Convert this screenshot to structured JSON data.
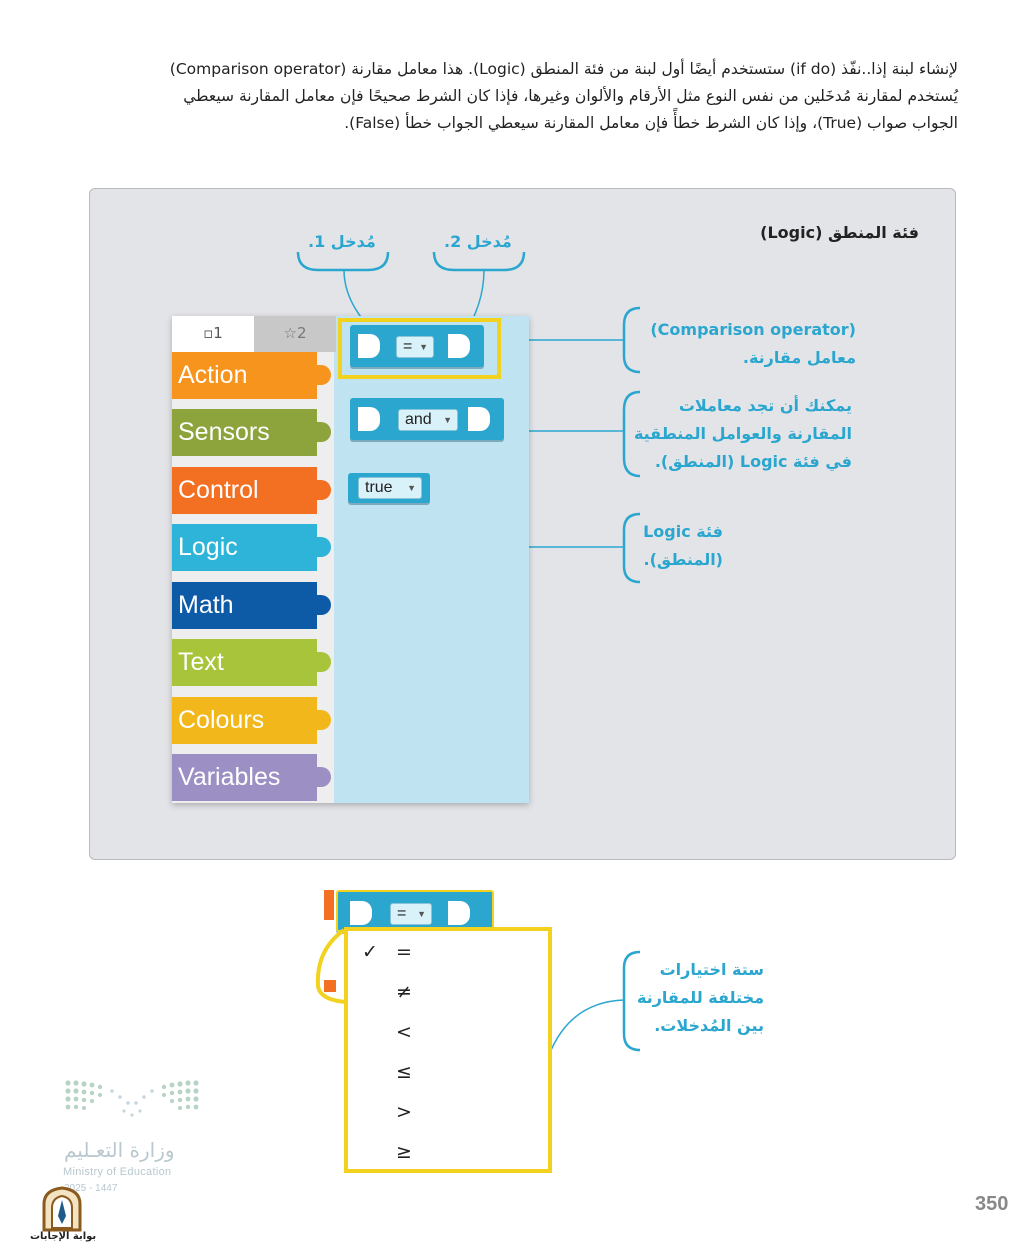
{
  "intro": {
    "line1": "لإنشاء لبنة إذا..نفّذ (if do) ستستخدم أيضًا أول لبنة من فئة المنطق (Logic). هذا معامل مقارنة (Comparison operator)",
    "line2": "يُستخدم لمقارنة مُدخَلين من نفس النوع مثل الأرقام والألوان وغيرها، فإذا كان الشرط صحيحًا فإن معامل المقارنة سيعطي",
    "line3": "الجواب صواب (True)، وإذا كان الشرط خطأً فإن معامل المقارنة سيعطي الجواب خطأ (False)."
  },
  "panel": {
    "title": "فئة المنطق (Logic)",
    "input1_label": "مُدخل 1.",
    "input2_label": "مُدخل 2.",
    "callout_operator_line1": "(Comparison operator)",
    "callout_operator_line2": "معامل مقارنة.",
    "callout_find_line1": "يمكنك أن تجد معاملات",
    "callout_find_line2": "المقارنة والعوامل المنطقية",
    "callout_find_line3": "في فئة Logic (المنطق).",
    "callout_logic_line1": "فئة Logic",
    "callout_logic_line2": "(المنطق)."
  },
  "toolbox": {
    "tab1": "▫1",
    "tab2": "☆2",
    "categories": [
      {
        "label": "Action",
        "color": "#f7941d"
      },
      {
        "label": "Sensors",
        "color": "#8da33b"
      },
      {
        "label": "Control",
        "color": "#f36f21"
      },
      {
        "label": "Logic",
        "color": "#2eb4d9"
      },
      {
        "label": "Math",
        "color": "#0d5aa7"
      },
      {
        "label": "Text",
        "color": "#a8c43a"
      },
      {
        "label": "Colours",
        "color": "#f2b71a"
      },
      {
        "label": "Variables",
        "color": "#9b8fc4"
      }
    ],
    "compare_op": "=",
    "and_op": "and",
    "bool_value": "true"
  },
  "dropdown": {
    "selected_op": "=",
    "callout_line1": "ستة اختيارات",
    "callout_line2": "مختلفة للمقارنة",
    "callout_line3": "بين المُدخلات.",
    "checkmark": "✓",
    "options": [
      "=",
      "≠",
      "<",
      "≤",
      ">",
      "≥"
    ]
  },
  "footer": {
    "ministry_ar": "وزارة التعـليم",
    "ministry_en": "Ministry of Education",
    "year": "2025 - 1447",
    "page_number": "350",
    "watermark": "بوابة الإجابات"
  },
  "colors": {
    "accent": "#2aa6cf",
    "highlight": "#f2d21e",
    "block": "#2aa6cf"
  }
}
